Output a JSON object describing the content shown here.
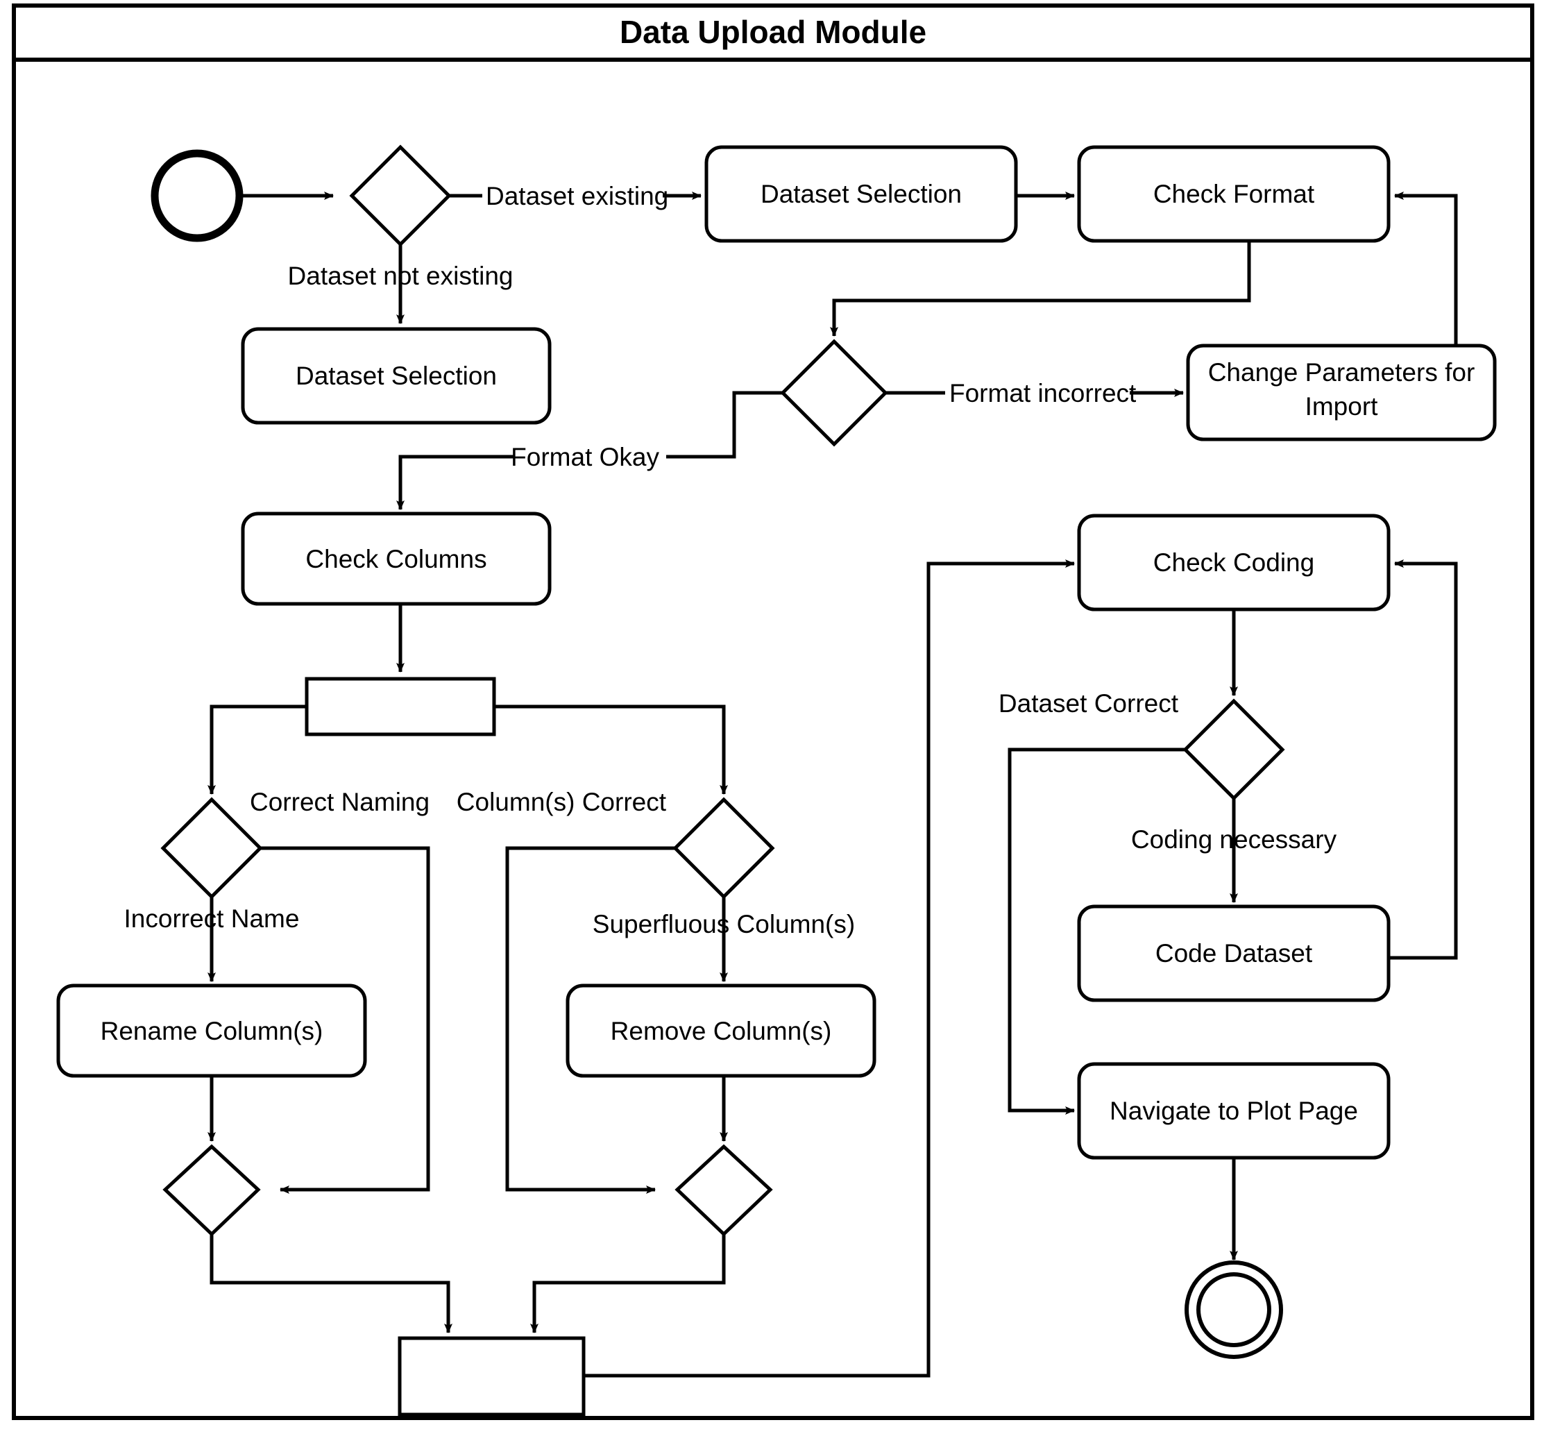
{
  "diagram": {
    "title": "Data Upload Module",
    "type": "uml-activity-diagram",
    "nodes": {
      "start": "start-node",
      "decision_dataset": "",
      "dataset_selection_top": "Dataset Selection",
      "check_format": "Check Format",
      "dataset_selection_left": "Dataset Selection",
      "decision_format": "",
      "change_parameters": "Change Parameters for Import",
      "check_columns": "Check Columns",
      "fork_bar": "",
      "decision_naming": "",
      "decision_columns": "",
      "rename_columns": "Rename Column(s)",
      "remove_columns": "Remove Column(s)",
      "merge_left": "",
      "merge_right": "",
      "join_bar": "",
      "check_coding": "Check Coding",
      "decision_coding": "",
      "code_dataset": "Code Dataset",
      "navigate_plot": "Navigate to Plot Page",
      "end": "end-node"
    },
    "edge_labels": {
      "dataset_existing": "Dataset existing",
      "dataset_not_existing": "Dataset not existing",
      "format_incorrect": "Format incorrect",
      "format_okay": "Format Okay",
      "correct_naming": "Correct Naming",
      "columns_correct": "Column(s) Correct",
      "incorrect_name": "Incorrect Name",
      "superfluous_columns": "Superfluous Column(s)",
      "dataset_correct": "Dataset Correct",
      "coding_necessary": "Coding necessary"
    },
    "colors": {
      "stroke": "#000000",
      "fill": "#ffffff",
      "background": "#ffffff"
    }
  }
}
